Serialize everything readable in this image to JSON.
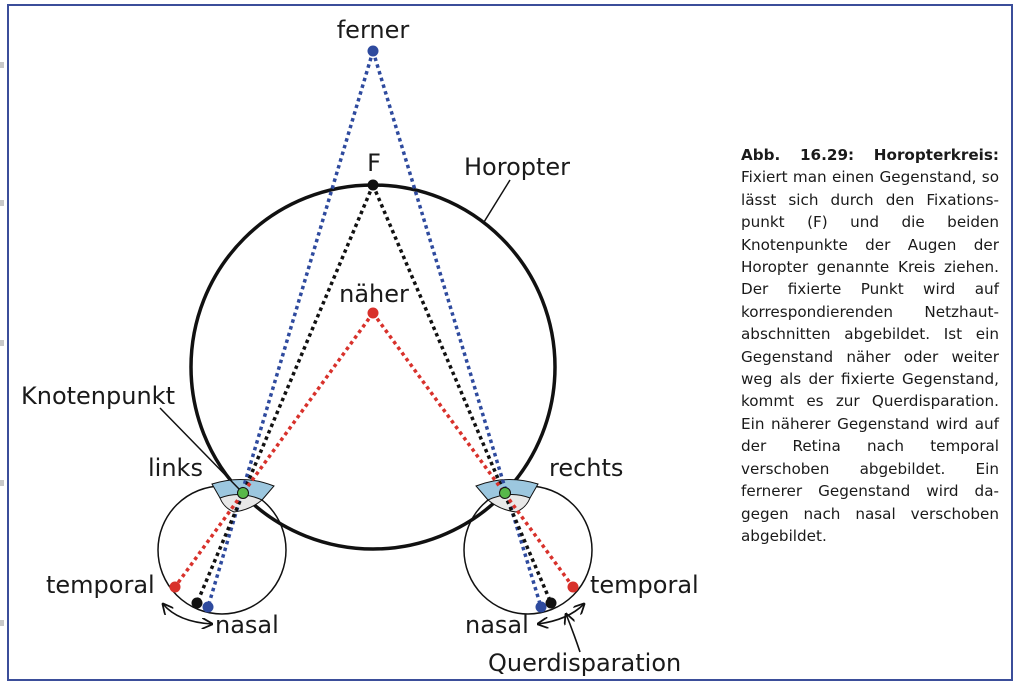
{
  "labels": {
    "ferner": "ferner",
    "fixation_point": "F",
    "horopter": "Horopter",
    "naeher": "näher",
    "knotenpunkt": "Knotenpunkt",
    "links": "links",
    "rechts": "rechts",
    "temporal_left": "temporal",
    "temporal_right": "temporal",
    "nasal_left": "nasal",
    "nasal_right": "nasal",
    "querdisparation": "Querdisparation"
  },
  "caption": {
    "head": "Abb. 16.29: Horopterkreis:",
    "body": "Fixiert man einen Gegenstand, so lässt sich durch den Fixations­punkt (F) und die beiden Knotenpunkte der Augen der Horopter genannte Kreis ziehen. Der fixierte Punkt wird auf korrespondierenden Netzhaut­abschnitten abgebildet. Ist ein Gegenstand näher oder weiter weg als der fixierte Gegenstand, kommt es zur Querdisparation. Ein näherer Gegenstand wird auf der Retina nach temporal verschoben abgebildet. Ein fernerer Gegenstand wird da­gegen nach nasal verschoben abgebildet."
  },
  "colors": {
    "blue_point": "#2e4a9e",
    "black_point": "#111111",
    "red_point": "#d8312b",
    "nodal_point": "#58b84a",
    "cornea": "#9cc7df",
    "lens": "#e8e8e8",
    "frame": "#3b4e9a"
  }
}
